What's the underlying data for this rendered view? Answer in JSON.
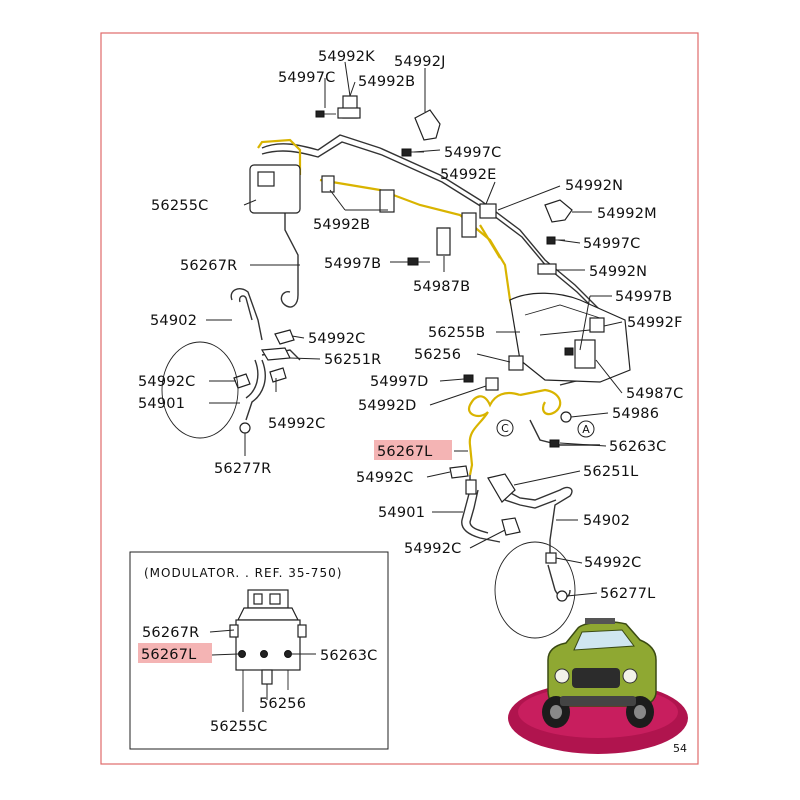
{
  "colors": {
    "frame": "#e06a6a",
    "highlight_fill": "#f4b4b4",
    "pipe_highlight": "#d9b400",
    "ink": "#222222"
  },
  "labels": {
    "p54992K": "54992K",
    "p54992J": "54992J",
    "p54997C_top": "54997C",
    "p54992B_top": "54992B",
    "p54997C_mid": "54997C",
    "p54992E": "54992E",
    "p54992N_1": "54992N",
    "p56255C": "56255C",
    "p54992B_left": "54992B",
    "p54992M": "54992M",
    "p54997C_right": "54997C",
    "p56267R": "56267R",
    "p54997B": "54997B",
    "p54992N_2": "54992N",
    "p54987B": "54987B",
    "p54997B_right": "54997B",
    "p54902_left": "54902",
    "p54992F": "54992F",
    "p54992C_a": "54992C",
    "p56255B": "56255B",
    "p56251R": "56251R",
    "p56256": "56256",
    "p54992C_b": "54992C",
    "p54997D": "54997D",
    "p54987C": "54987C",
    "p54901_left": "54901",
    "p54992D": "54992D",
    "p54986": "54986",
    "p54992C_c": "54992C",
    "p56267L": "56267L",
    "p56263C": "56263C",
    "p56277R": "56277R",
    "p54992C_d": "54992C",
    "p56251L": "56251L",
    "p54901_right": "54901",
    "p54902_right": "54902",
    "p54992C_e": "54992C",
    "p54992C_f": "54992C",
    "p56277L": "56277L",
    "callout_A": "A",
    "callout_C": "C"
  },
  "inset": {
    "title": "(MODULATOR. . REF. 35-750)",
    "p56267R": "56267R",
    "p56267L": "56267L",
    "p56263C": "56263C",
    "p56256": "56256",
    "p56255C": "56255C"
  },
  "page_number": "54"
}
